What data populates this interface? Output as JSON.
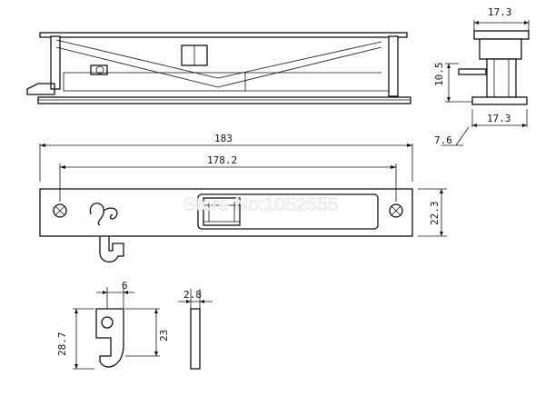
{
  "dimensions": {
    "top_width": "17.3",
    "side_height": "10.5",
    "bottom_width": "17.3",
    "offset": "7.6",
    "overall_length": "183",
    "hole_spacing": "178.2",
    "plate_height": "22.3",
    "hook_width": "6",
    "hook_height": "28.7",
    "hook_inner_height": "23",
    "hook_thickness": "2.8"
  },
  "watermark": "Store No:1052555"
}
